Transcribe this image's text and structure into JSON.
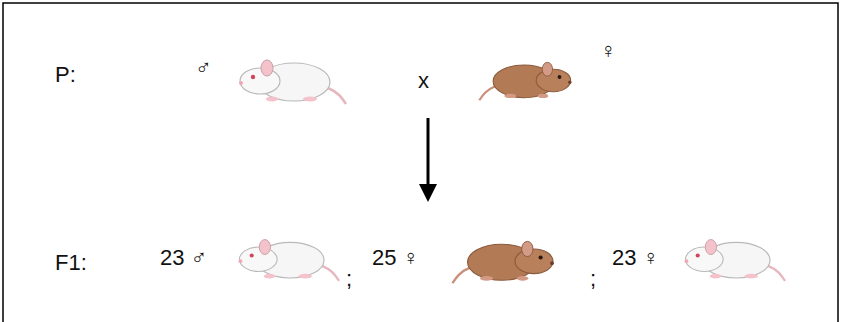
{
  "diagram": {
    "labels": [
      "P:",
      "♂",
      "x",
      "♀",
      "F1:",
      "23 ♂",
      ";",
      "25 ♀",
      ";",
      "23 ♀"
    ]
  }
}
